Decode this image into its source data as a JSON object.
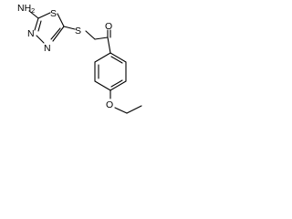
{
  "molecule": {
    "atoms": {
      "amino_n": "NH",
      "amino_h_count": "2",
      "ring_s": "S",
      "ring_n1": "N",
      "ring_n2": "N",
      "thioether_s": "S",
      "carbonyl_o": "O",
      "ether_o": "O"
    }
  }
}
